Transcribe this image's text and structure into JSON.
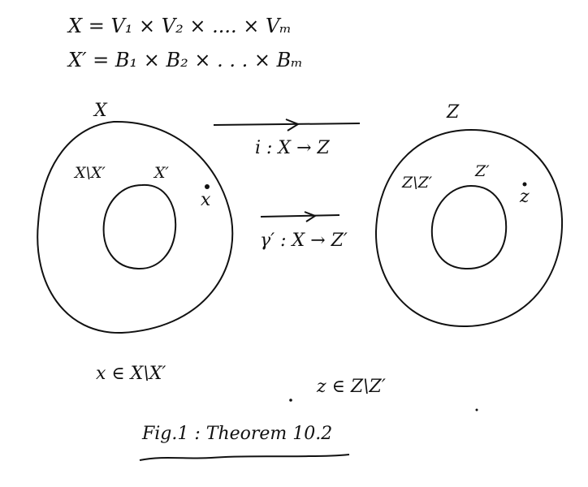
{
  "equations": {
    "line1": "X =  V₁ × V₂ × .... × Vₘ",
    "line2": "X′ =   B₁ × B₂ × . . . × Bₘ"
  },
  "left_set": {
    "label": "X",
    "outer_region_label": "X\\X′",
    "inner_label": "X′",
    "point_label": "x"
  },
  "right_set": {
    "label": "Z",
    "outer_region_label": "Z\\Z′",
    "inner_label": "Z′",
    "point_label": "z"
  },
  "arrows": {
    "top": "i : X → Z",
    "bottom": "γ′ : X → Z′"
  },
  "membership": {
    "left": "x ∈ X\\X′",
    "right": "z ∈ Z\\Z′"
  },
  "caption": "Fig.1 : Theorem 10.2",
  "colors": {
    "ink": "#111111",
    "paper": "#ffffff"
  }
}
